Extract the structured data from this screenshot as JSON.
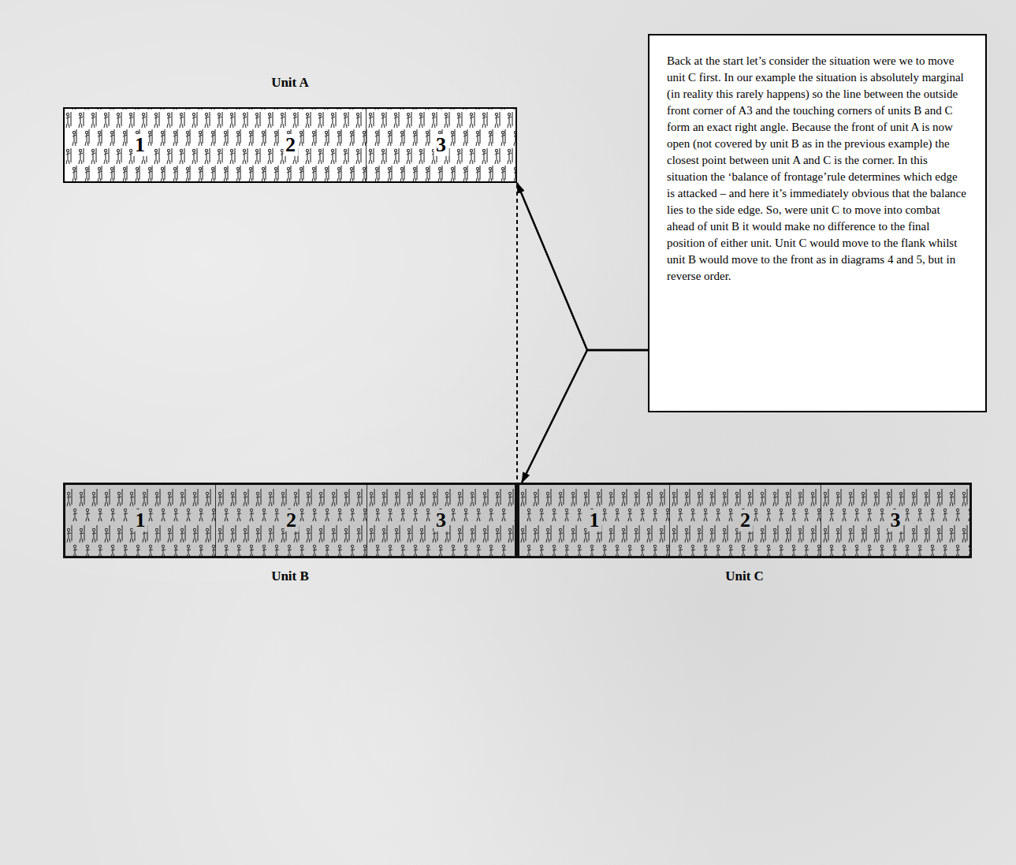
{
  "diagram": {
    "nodes": [
      {
        "text": [
          "Unit A"
        ]
      },
      {
        "text": [
          "1",
          "2"
        ],
        "in": 0
      },
      {
        "text": [
          "3"
        ],
        "in": 0
      },
      {
        "text": [
          "Back at the start let’s consider the situation were we to move unit C first. In our example the situation is absolutely marginal (in reality this rarely happens) so the line between the outside front corner of A3 and the touching corners of units B and C form an exact right angle. Because the front of unit A is now open (not covered by unit B as in the previous example) the closest point between unit A and C is the corner. In this situation the ‘balance of frontage’rule determines which edge is attacked – and here it’s immediately obvious that the balance lies to the side edge. So, were unit C to move into combat ahead of unit B it would make no difference to the final position of either unit. Unit C would move to the flank whilst unit B would move to the front as in diagrams 4 and 5, but in reverse order."
        ]
      },
      {
        "text": [
          "Unit B"
        ]
      },
      {
        "text": [
          "1"
        ],
        "in": 4
      },
      {
        "text": [
          "2"
        ],
        "in": 4
      },
      {
        "text": [
          "3"
        ],
        "in": 4
      },
      {
        "text": [
          "Unit C"
        ]
      },
      {
        "text": [
          "1"
        ],
        "in": 8
      },
      {
        "text": [
          "2"
        ],
        "in": 8
      },
      {
        "text": [
          "3"
        ],
        "in": 8
      }
    ],
    "edges": [
      {
        "from": 3,
        "to": 0,
        "arrow": "to"
      },
      {
        "from": 3,
        "to": 8,
        "arrow": "to"
      }
    ]
  }
}
